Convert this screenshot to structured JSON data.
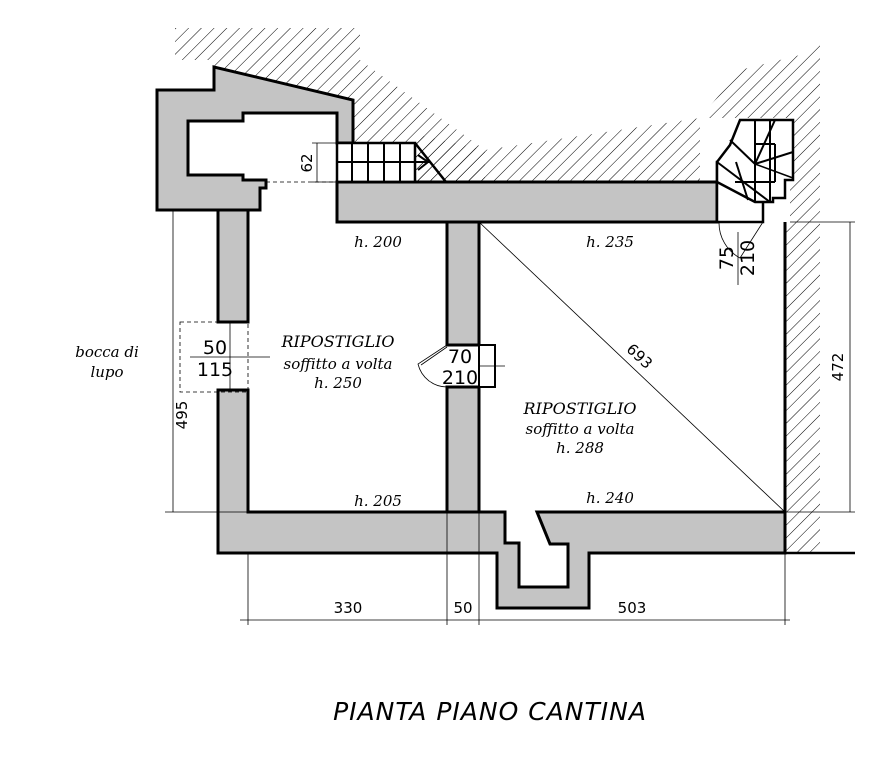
{
  "title": "PIANTA PIANO CANTINA",
  "rooms": [
    {
      "name": "RIPOSTIGLIO",
      "ceiling": "soffitto a volta",
      "height": "h. 250"
    },
    {
      "name": "RIPOSTIGLIO",
      "ceiling": "soffitto a volta",
      "height": "h. 288"
    }
  ],
  "heights": {
    "top_left": "h. 200",
    "top_right": "h. 235",
    "bottom_left": "h. 205",
    "bottom_right": "h. 240"
  },
  "openings": {
    "light_well": {
      "label_line1": "bocca di",
      "label_line2": "lupo",
      "width": "50",
      "height": "115"
    },
    "inner_door": {
      "width": "70",
      "height": "210"
    },
    "stair_door": {
      "width": "75",
      "height": "210"
    }
  },
  "dimensions": {
    "bottom": [
      "330",
      "50",
      "503"
    ],
    "right": "472",
    "left": "495",
    "diagonal": "693",
    "stair_depth": "62"
  }
}
